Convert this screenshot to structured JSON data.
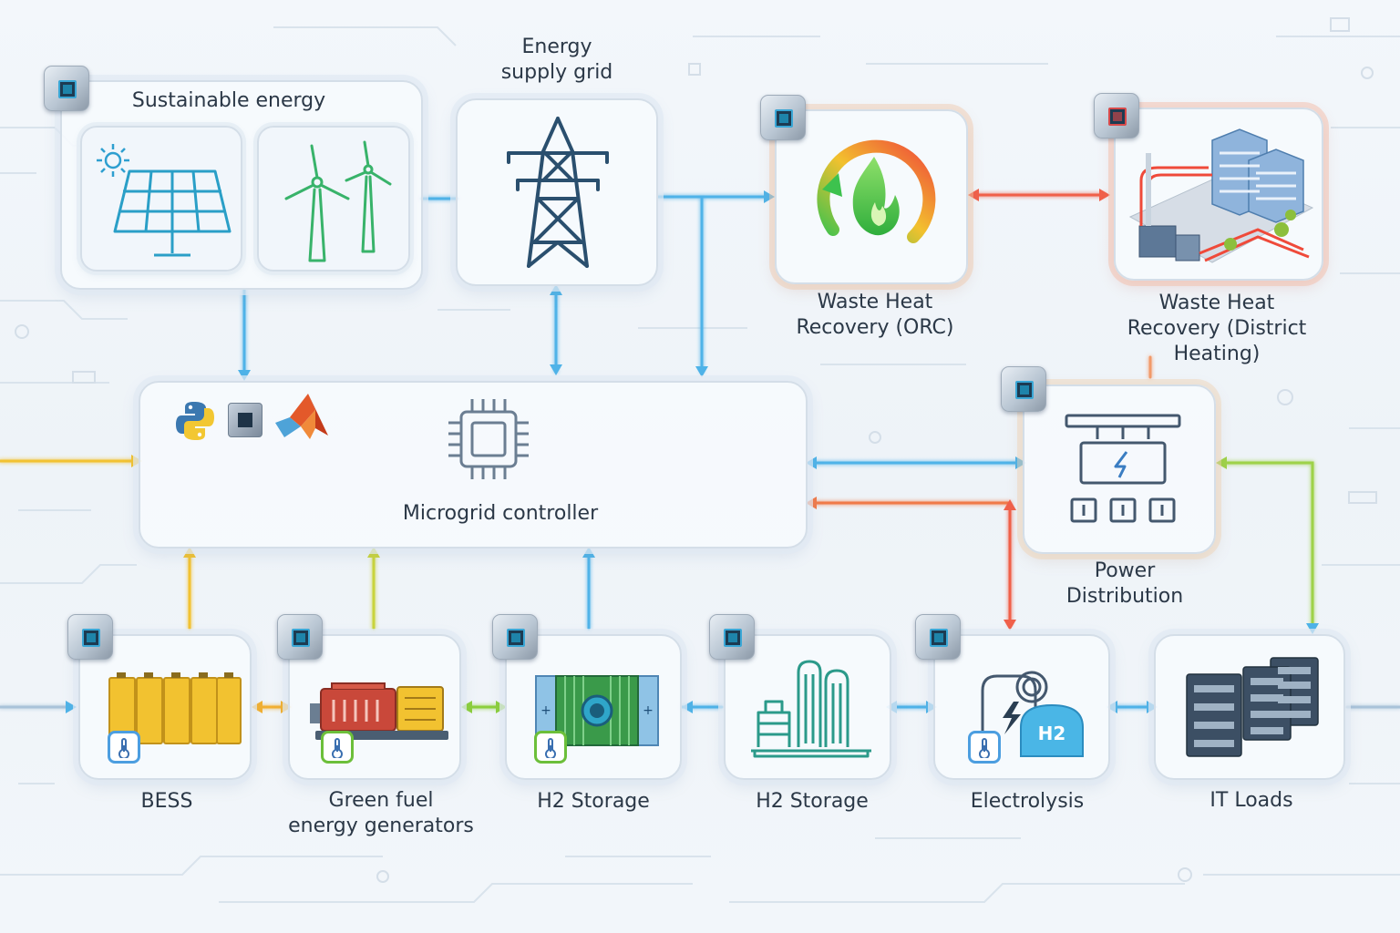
{
  "nodes": {
    "sustainable": {
      "label": "Sustainable energy"
    },
    "grid": {
      "label": "Energy\nsupply grid"
    },
    "orc": {
      "label": "Waste Heat\nRecovery (ORC)"
    },
    "district": {
      "label": "Waste Heat\nRecovery (District\nHeating)"
    },
    "controller": {
      "label": "Microgrid controller"
    },
    "power": {
      "label": "Power\nDistribution"
    },
    "bess": {
      "label": "BESS"
    },
    "greenfuel": {
      "label": "Green fuel\nenergy generators"
    },
    "h2a": {
      "label": "H2 Storage"
    },
    "h2b": {
      "label": "H2 Storage"
    },
    "electrolysis": {
      "label": "Electrolysis",
      "badge": "H2"
    },
    "itloads": {
      "label": "IT Loads"
    }
  },
  "colors": {
    "blue": "#4fb3e8",
    "red": "#f0604a",
    "yellow": "#f2c230",
    "green": "#8ccf3c",
    "cyan": "#3cc6e0"
  }
}
